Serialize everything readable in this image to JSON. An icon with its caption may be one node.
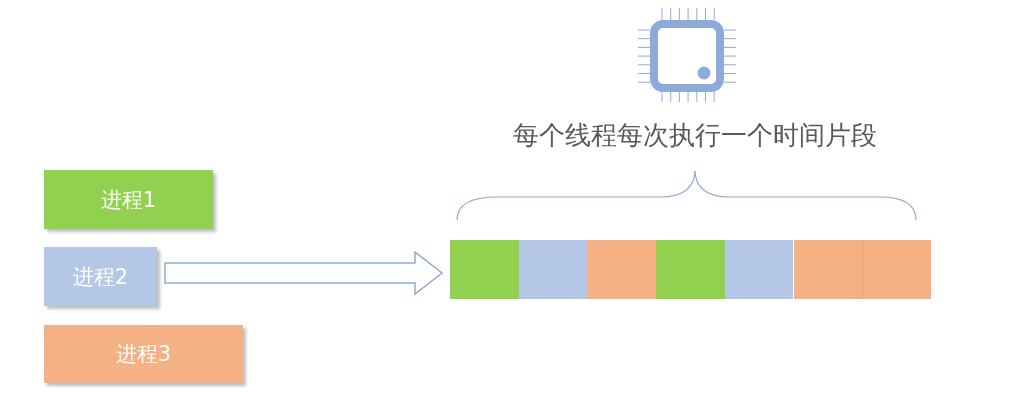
{
  "diagram": {
    "nodes": [
      {
        "text": [
          "进程1"
        ]
      },
      {
        "text": [
          "进程2"
        ]
      },
      {
        "text": [
          "进程3"
        ]
      },
      {
        "text": [],
        "shape": "box"
      },
      {
        "text": [],
        "shape": "box"
      },
      {
        "text": [],
        "shape": "box"
      },
      {
        "text": [],
        "shape": "box"
      },
      {
        "text": [],
        "shape": "box"
      },
      {
        "text": [],
        "shape": "box"
      },
      {
        "text": [],
        "shape": "box"
      }
    ],
    "edges": [
      {
        "from": 1,
        "to": 3,
        "arrow": "to"
      }
    ],
    "labels": [
      "每个线程每次执行一个时间片段"
    ]
  }
}
